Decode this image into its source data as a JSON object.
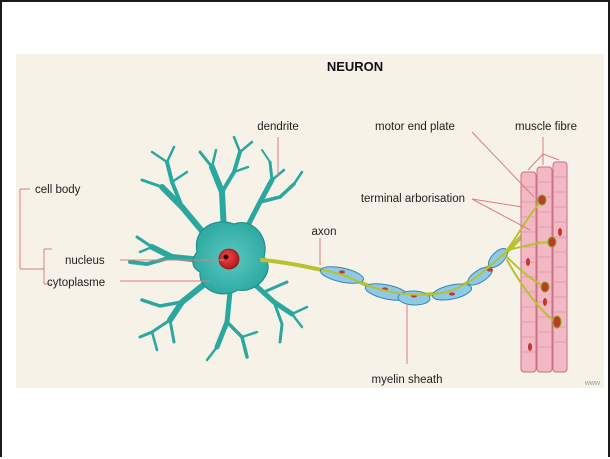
{
  "title": "NEURON",
  "labels": {
    "dendrite": "dendrite",
    "motor_end_plate": "motor end plate",
    "muscle_fibre": "muscle fibre",
    "cell_body": "cell body",
    "terminal_arborisation": "terminal arborisation",
    "axon": "axon",
    "nucleus": "nucleus",
    "cytoplasme": "cytoplasme",
    "myelin_sheath": "myelin sheath"
  },
  "watermark": "www",
  "colors": {
    "cell_body": "#2aa8a0",
    "cell_body_dark": "#1c8a84",
    "nucleus": "#d42222",
    "axon": "#b8c22e",
    "myelin": "#8ec9e8",
    "muscle": "#f2b8c4",
    "muscle_stroke": "#cc6e84",
    "leader_line": "#d98080",
    "background": "#f6f2e8"
  }
}
